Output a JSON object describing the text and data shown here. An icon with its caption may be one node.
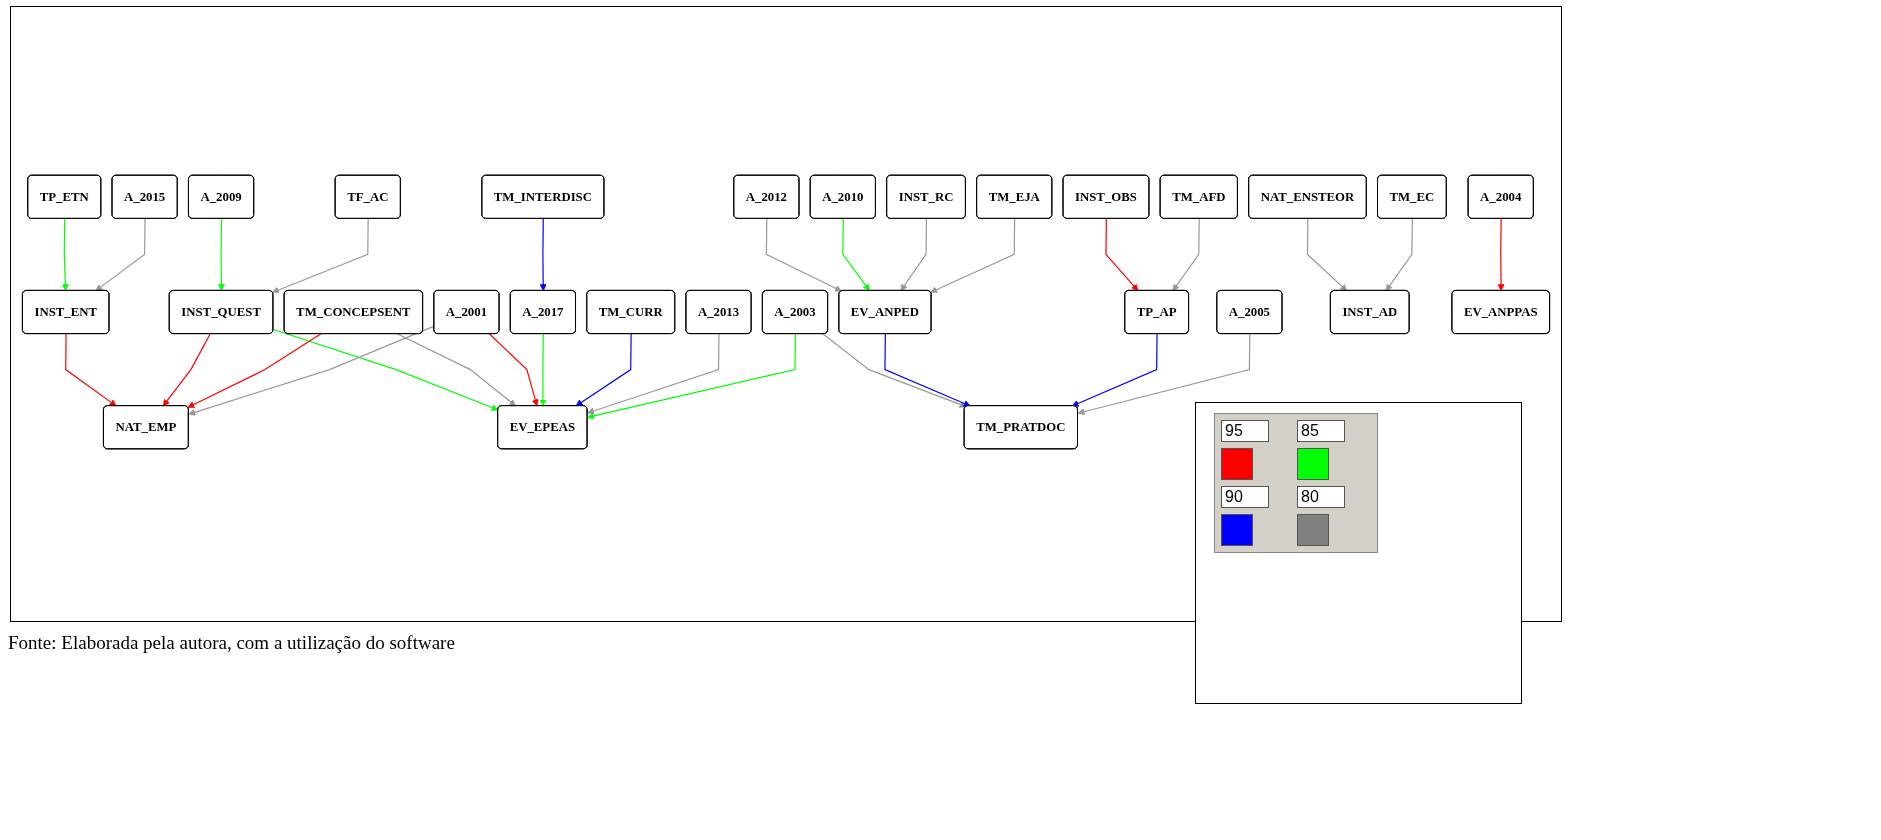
{
  "diagram": {
    "caption": "Fonte: Elaborada pela autora, com a utilização do software",
    "nodes": [
      {
        "text": [
          "TP_ETN"
        ]
      },
      {
        "text": [
          "A_2015"
        ]
      },
      {
        "text": [
          "A_2009"
        ]
      },
      {
        "text": [
          "TF_AC"
        ]
      },
      {
        "text": [
          "TM_INTERDISC"
        ]
      },
      {
        "text": [
          "A_2012"
        ]
      },
      {
        "text": [
          "A_2010"
        ]
      },
      {
        "text": [
          "INST_RC"
        ]
      },
      {
        "text": [
          "TM_EJA"
        ]
      },
      {
        "text": [
          "INST_OBS"
        ]
      },
      {
        "text": [
          "TM_AFD"
        ]
      },
      {
        "text": [
          "NAT_ENSTEOR"
        ]
      },
      {
        "text": [
          "TM_EC"
        ]
      },
      {
        "text": [
          "A_2004"
        ]
      },
      {
        "text": [
          "INST_ENT"
        ]
      },
      {
        "text": [
          "INST_QUEST"
        ]
      },
      {
        "text": [
          "TM_CONCEPSENT"
        ]
      },
      {
        "text": [
          "A_2001"
        ]
      },
      {
        "text": [
          "A_2017"
        ]
      },
      {
        "text": [
          "TM_CURR"
        ]
      },
      {
        "text": [
          "A_2013"
        ]
      },
      {
        "text": [
          "A_2003"
        ]
      },
      {
        "text": [
          "EV_ANPED"
        ]
      },
      {
        "text": [
          "TP_AP"
        ]
      },
      {
        "text": [
          "A_2005"
        ]
      },
      {
        "text": [
          "INST_AD"
        ]
      },
      {
        "text": [
          "EV_ANPPAS"
        ]
      },
      {
        "text": [
          "NAT_EMP"
        ]
      },
      {
        "text": [
          "EV_EPEAS"
        ]
      },
      {
        "text": [
          "TM_PRATDOC"
        ]
      }
    ],
    "edges": [
      {
        "from": 0,
        "to": 14,
        "arrow": "to",
        "color": "#00ff00"
      },
      {
        "from": 1,
        "to": 14,
        "arrow": "to"
      },
      {
        "from": 2,
        "to": 15,
        "arrow": "to",
        "color": "#00ff00"
      },
      {
        "from": 3,
        "to": 15,
        "arrow": "to"
      },
      {
        "from": 4,
        "to": 18,
        "arrow": "to",
        "color": "#0000ff"
      },
      {
        "from": 5,
        "to": 22,
        "arrow": "to"
      },
      {
        "from": 6,
        "to": 22,
        "arrow": "to",
        "color": "#00ff00"
      },
      {
        "from": 7,
        "to": 22,
        "arrow": "to"
      },
      {
        "from": 8,
        "to": 22,
        "arrow": "to"
      },
      {
        "from": 9,
        "to": 23,
        "arrow": "to",
        "color": "#ff0000"
      },
      {
        "from": 10,
        "to": 23,
        "arrow": "to"
      },
      {
        "from": 11,
        "to": 25,
        "arrow": "to"
      },
      {
        "from": 12,
        "to": 25,
        "arrow": "to"
      },
      {
        "from": 13,
        "to": 26,
        "arrow": "to",
        "color": "#ff0000"
      },
      {
        "from": 14,
        "to": 27,
        "arrow": "to",
        "color": "#ff0000"
      },
      {
        "from": 15,
        "to": 27,
        "arrow": "to",
        "color": "#ff0000"
      },
      {
        "from": 15,
        "to": 28,
        "arrow": "to",
        "color": "#00ff00"
      },
      {
        "from": 16,
        "to": 27,
        "arrow": "to",
        "color": "#ff0000"
      },
      {
        "from": 16,
        "to": 28,
        "arrow": "to"
      },
      {
        "from": 17,
        "to": 27,
        "arrow": "to"
      },
      {
        "from": 17,
        "to": 28,
        "arrow": "to",
        "color": "#ff0000"
      },
      {
        "from": 18,
        "to": 28,
        "arrow": "to",
        "color": "#00ff00"
      },
      {
        "from": 19,
        "to": 28,
        "arrow": "to",
        "color": "#0000ff"
      },
      {
        "from": 20,
        "to": 28,
        "arrow": "to"
      },
      {
        "from": 21,
        "to": 28,
        "arrow": "to",
        "color": "#00ff00"
      },
      {
        "from": 21,
        "to": 29,
        "arrow": "to"
      },
      {
        "from": 22,
        "to": 29,
        "arrow": "to",
        "color": "#0000ff"
      },
      {
        "from": 23,
        "to": 29,
        "arrow": "to",
        "color": "#0000ff"
      },
      {
        "from": 24,
        "to": 29,
        "arrow": "to"
      }
    ],
    "legend": [
      {
        "text": "95",
        "color": "#ff0000"
      },
      {
        "text": "85",
        "color": "#00ff00"
      },
      {
        "text": "90",
        "color": "#0000ff"
      },
      {
        "text": "80",
        "color": "#808080"
      }
    ]
  }
}
